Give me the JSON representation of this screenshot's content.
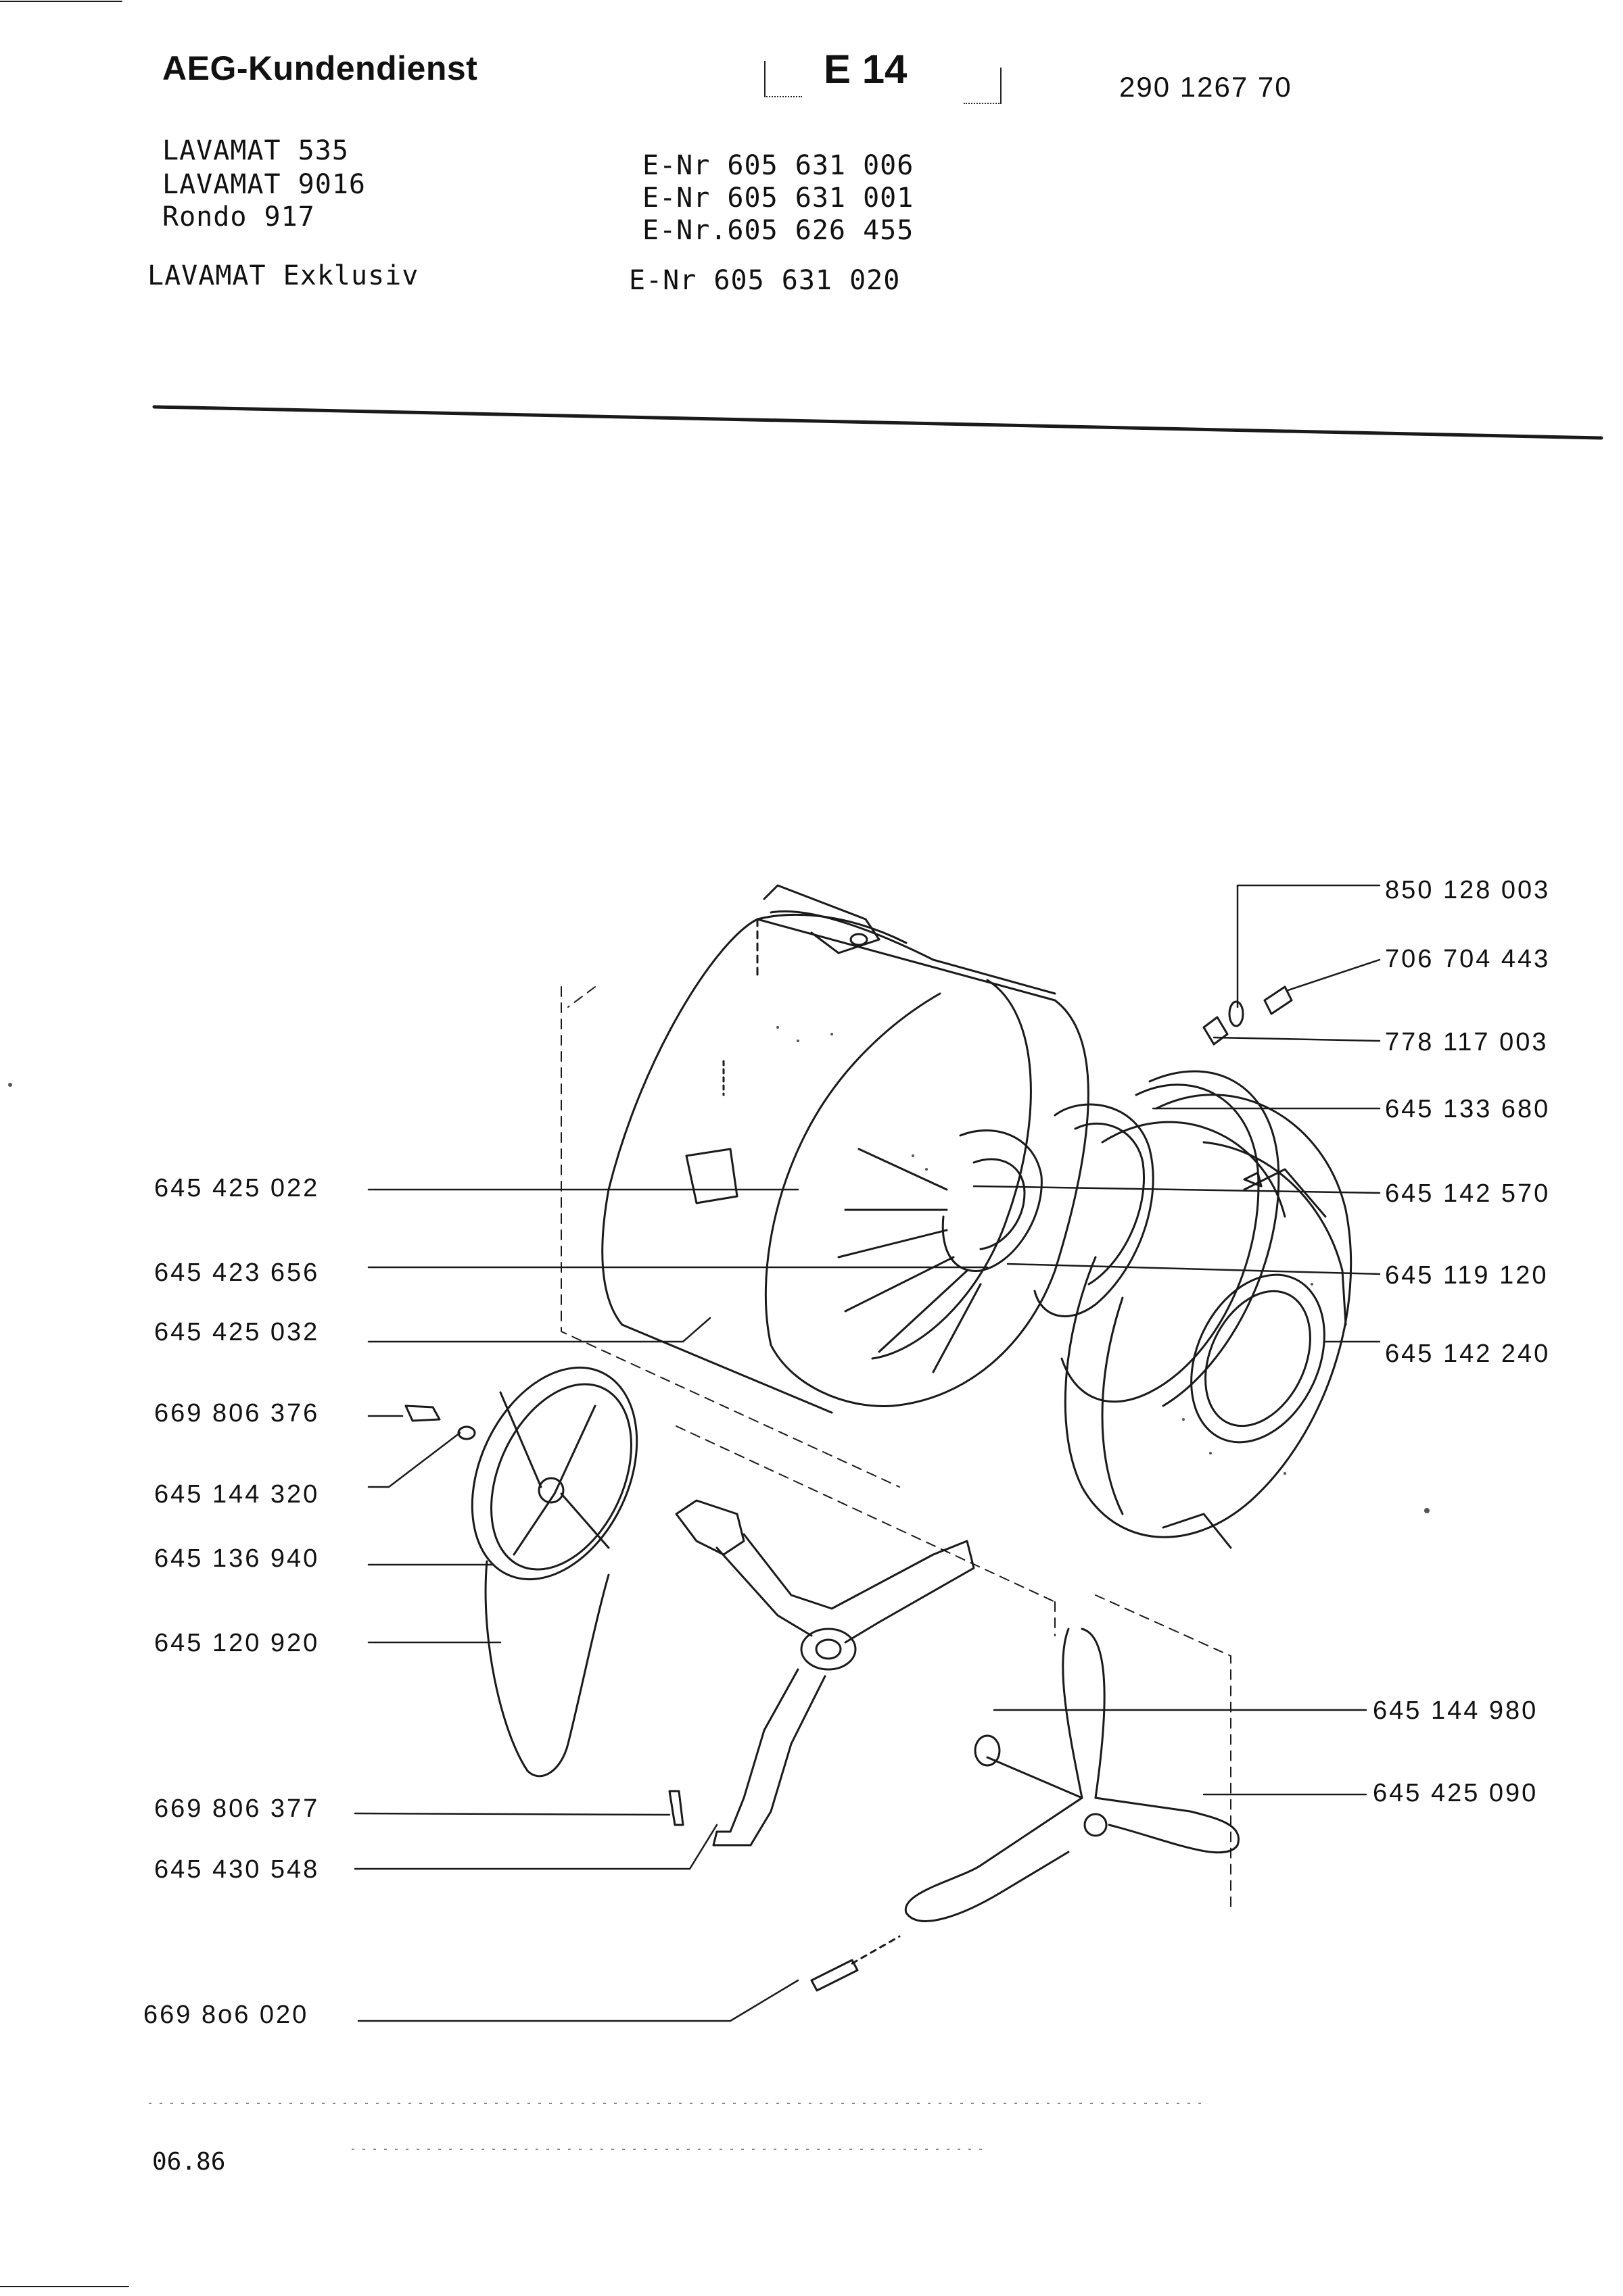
{
  "header": {
    "brand": "AEG-Kundendienst",
    "sheet": "E 14",
    "document_number": "290 1267 70"
  },
  "models": [
    {
      "name": "LAVAMAT 535",
      "enr": "E-Nr 605 631 006"
    },
    {
      "name": "LAVAMAT 9016",
      "enr": "E-Nr 605 631 001"
    },
    {
      "name": "Rondo 917",
      "enr": "E-Nr.605 626 455"
    },
    {
      "name": "LAVAMAT Exklusiv",
      "enr": "E-Nr 605 631 020"
    }
  ],
  "parts": {
    "p850128003": "850 128 003",
    "p706704443": "706 704 443",
    "p778117003": "778 117 003",
    "p645133680": "645 133 680",
    "p645142570": "645 142 570",
    "p645119120": "645 119 120",
    "p645142240": "645 142 240",
    "p645425022": "645 425 022",
    "p645423656": "645 423 656",
    "p645425032": "645 425 032",
    "p669806376": "669 806 376",
    "p645144320": "645 144 320",
    "p645136940": "645 136 940",
    "p645120920": "645 120 920",
    "p669806377": "669 806 377",
    "p645430548": "645 430 548",
    "p645144980": "645 144 980",
    "p645425090": "645 425 090",
    "p669806020": "669 8o6 020"
  },
  "footer": {
    "date": "06.86"
  }
}
